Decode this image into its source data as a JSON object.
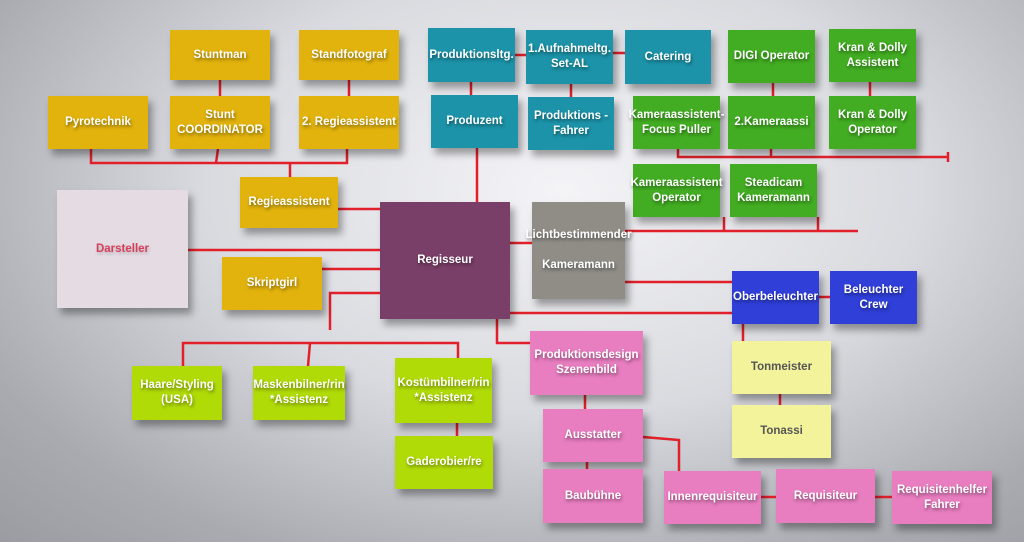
{
  "nodes": {
    "stuntman": "Stuntman",
    "standfotograf": "Standfotograf",
    "pyrotechnik": "Pyrotechnik",
    "stunt_coordinator": "Stunt\nCOORDINATOR",
    "regieassistent_2": "2. Regieassistent",
    "regieassistent": "Regieassistent",
    "darsteller": "Darsteller",
    "skriptgirl": "Skriptgirl",
    "regisseur": "Regisseur",
    "produktionsltg": "Produktionsltg.",
    "aufnahmeltg": "1.Aufnahmeltg.\nSet-AL",
    "catering": "Catering",
    "produzent": "Produzent",
    "produktions_fahrer": "Produktions -\nFahrer",
    "digi_operator": "DIGI Operator",
    "kran_dolly_assistent": "Kran & Dolly\nAssistent",
    "focus_puller": "Kameraassistent-\nFocus Puller",
    "kameraassi_2": "2.Kameraassi",
    "kran_dolly_operator": "Kran & Dolly\nOperator",
    "kameraassistent_operator": "Kameraassistent\nOperator",
    "steadicam": "Steadicam\nKameramann",
    "lichtbestimmender": "Lichtbestimmender\n\nKameramann",
    "oberbeleuchter": "Oberbeleuchter",
    "beleuchter_crew": "Beleuchter Crew",
    "haare_styling": "Haare/Styling\n(USA)",
    "maskenbildner": "Maskenbilner/rin\n*Assistenz",
    "kostuembildner": "Kostümbilner/rin\n*Assistenz",
    "gaderobier": "Gaderobier/re",
    "produktionsdesign": "Produktionsdesign\nSzenenbild",
    "ausstatter": "Ausstatter",
    "baubuehne": "Baubühne",
    "tonmeister": "Tonmeister",
    "tonassi": "Tonassi",
    "innenrequisiteur": "Innenrequisiteur",
    "requisiteur": "Requisiteur",
    "requisitenhelfer": "Requisitenhelfer\nFahrer"
  },
  "colors": {
    "connector": "#e1202b",
    "direction": "#e2b30d",
    "production": "#1c93a9",
    "camera": "#42ad22",
    "costume_makeup": "#b1db07",
    "design": "#e87dc0",
    "sound": "#f3f39b",
    "lighting": "#2f3fd8",
    "director": "#7a3f68"
  }
}
